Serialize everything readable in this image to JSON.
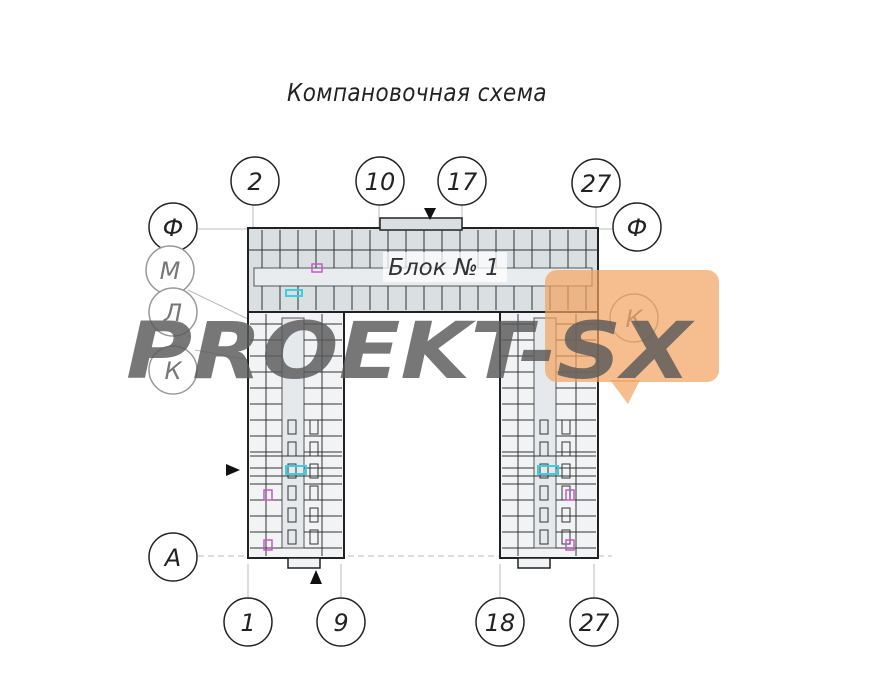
{
  "title": "Компановочная схема",
  "block_label": "Блок № 1",
  "watermark": "PROEKT-SX",
  "axes": {
    "top": [
      "2",
      "10",
      "17",
      "27"
    ],
    "bottom": [
      "1",
      "9",
      "18",
      "27"
    ],
    "left": [
      "Ф",
      "М",
      "Л",
      "К",
      "А"
    ],
    "right": [
      "Ф",
      "К"
    ]
  },
  "colors": {
    "line": "#222222",
    "plan_fill": "#f1f3f4",
    "top_block_fill": "#dadfe2",
    "accent_cyan": "#35d0e4",
    "accent_magenta": "#cc55cc",
    "watermark_gray": "#5a5a5a",
    "watermark_orange": "#f2a35e"
  },
  "icons": [
    "entrance-arrow-icon"
  ]
}
